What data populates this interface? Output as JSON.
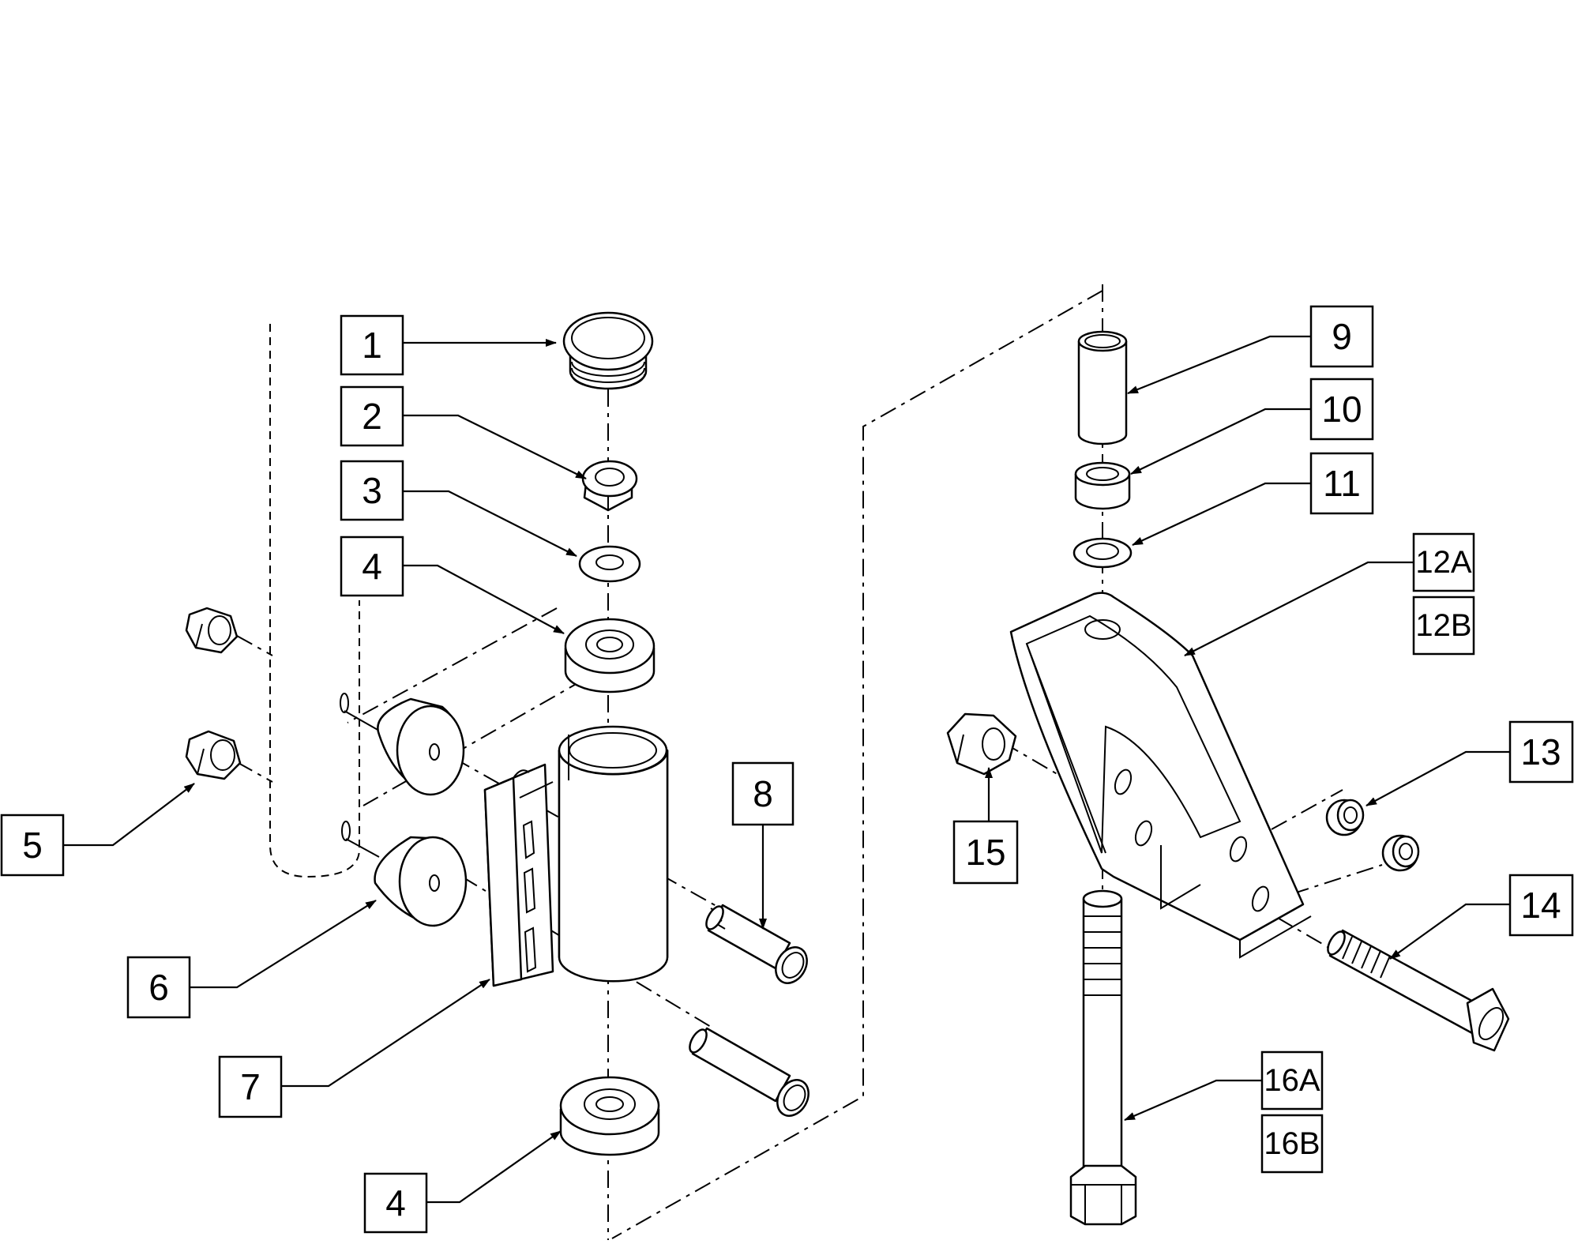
{
  "callouts": [
    {
      "id": "c1",
      "label": "1"
    },
    {
      "id": "c2",
      "label": "2"
    },
    {
      "id": "c3",
      "label": "3"
    },
    {
      "id": "c4a",
      "label": "4"
    },
    {
      "id": "c4b",
      "label": "4"
    },
    {
      "id": "c5",
      "label": "5"
    },
    {
      "id": "c6",
      "label": "6"
    },
    {
      "id": "c7",
      "label": "7"
    },
    {
      "id": "c8",
      "label": "8"
    },
    {
      "id": "c9",
      "label": "9"
    },
    {
      "id": "c10",
      "label": "10"
    },
    {
      "id": "c11",
      "label": "11"
    },
    {
      "id": "c12a",
      "label": "12A"
    },
    {
      "id": "c12b",
      "label": "12B"
    },
    {
      "id": "c13",
      "label": "13"
    },
    {
      "id": "c14",
      "label": "14"
    },
    {
      "id": "c15",
      "label": "15"
    },
    {
      "id": "c16a",
      "label": "16A"
    },
    {
      "id": "c16b",
      "label": "16B"
    }
  ]
}
